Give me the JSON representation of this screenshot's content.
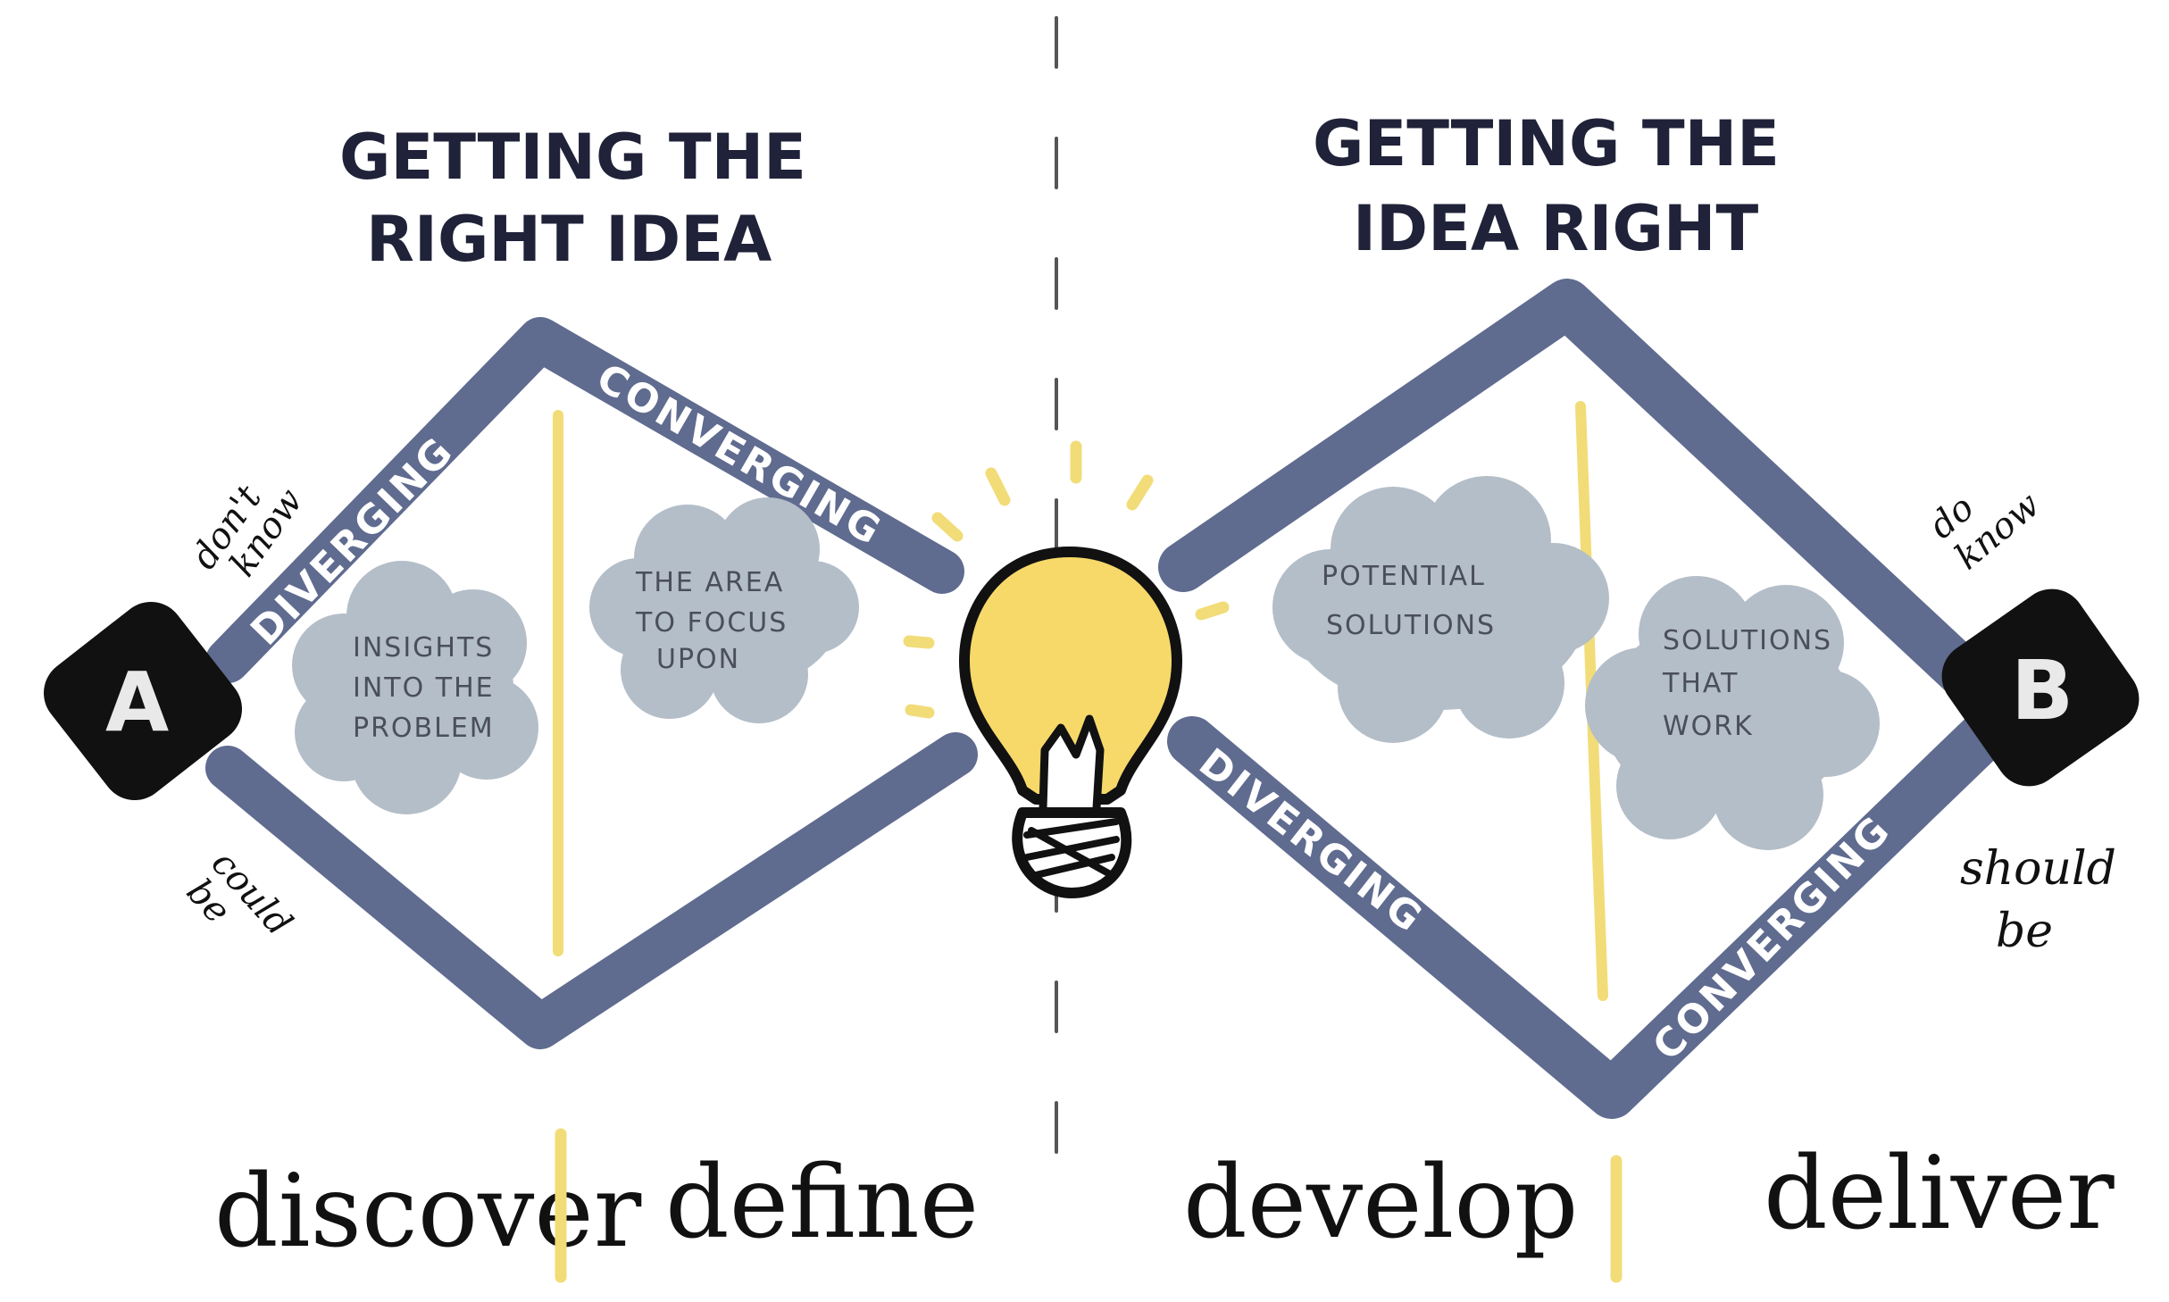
{
  "titles": {
    "left": [
      "GETTING THE",
      "RIGHT IDEA"
    ],
    "right": [
      "GETTING THE",
      "IDEA RIGHT"
    ]
  },
  "nodes": {
    "start": "A",
    "end": "B"
  },
  "bands": {
    "left_diverging": "DIVERGING",
    "left_converging": "CONVERGING",
    "right_diverging": "DIVERGING",
    "right_converging": "CONVERGING"
  },
  "clouds": {
    "insights": [
      "INSIGHTS",
      "INTO THE",
      "PROBLEM"
    ],
    "focus": [
      "THE AREA",
      "TO FOCUS",
      "UPON"
    ],
    "potential": [
      "POTENTIAL",
      "SOLUTIONS"
    ],
    "solutions": [
      "SOLUTIONS",
      "THAT",
      "WORK"
    ]
  },
  "notes": {
    "dont_know": [
      "don't",
      "know"
    ],
    "could_be": [
      "could",
      "be"
    ],
    "do_know": [
      "do",
      "know"
    ],
    "should_be": [
      "should",
      "be"
    ]
  },
  "phases": [
    "discover",
    "define",
    "develop",
    "deliver"
  ],
  "colors": {
    "band": "#5f6b8f",
    "cloud": "#b4bec8",
    "accent": "#f2dc78",
    "bulb": "#f7d96a",
    "node": "#111111",
    "ink": "#1f2238"
  }
}
